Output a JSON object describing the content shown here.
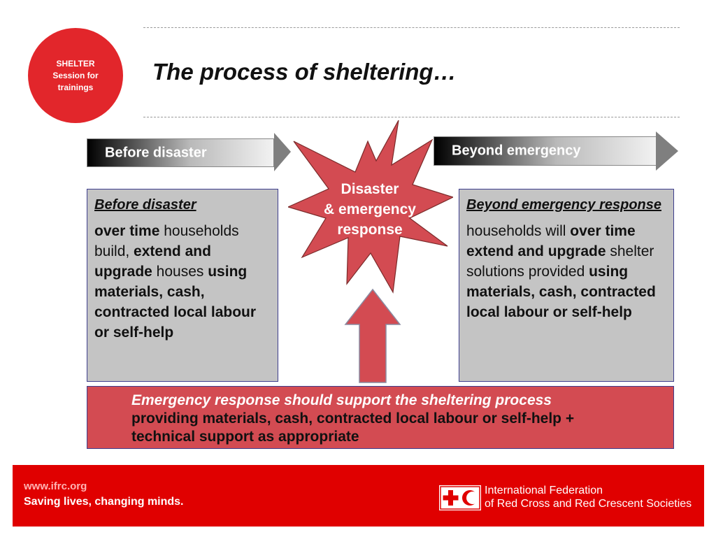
{
  "badge": {
    "line1": "SHELTER",
    "line2": "Session for",
    "line3": "trainings"
  },
  "title": "The process of sheltering…",
  "banners": {
    "before": "Before disaster",
    "beyond": "Beyond emergency"
  },
  "center": {
    "line1": "Disaster",
    "line2": "& emergency",
    "line3": "response"
  },
  "left_panel": {
    "heading": "Before disaster",
    "p1_bold": "over time",
    "p2": " households build, ",
    "p3_bold": "extend and upgrade",
    "p4": " houses ",
    "p5_bold": "using materials, cash, contracted local labour or self-help"
  },
  "right_panel": {
    "heading": "Beyond emergency response",
    "p1": "households will ",
    "p2_bold": "over time extend and upgrade",
    "p3": " shelter solutions provided ",
    "p4_bold": "using materials, cash, contracted local labour or self-help"
  },
  "callout": {
    "line1": "Emergency response should support the sheltering process",
    "line2": "providing materials, cash, contracted local labour or self-help +",
    "line3": "technical support as appropriate"
  },
  "footer": {
    "url": "www.ifrc.org",
    "slogan": "Saving lives, changing minds.",
    "org_line1": "International Federation",
    "org_line2": "of Red Cross and Red Crescent Societies"
  },
  "colors": {
    "accent_red": "#e2262b",
    "footer_red": "#e00000",
    "callout_red": "#d34b52",
    "panel_gray": "#c4c4c4"
  },
  "icons": {
    "logo": "red-cross-red-crescent-logo-icon",
    "burst": "explosion-burst-icon",
    "arrow": "up-arrow-icon"
  }
}
